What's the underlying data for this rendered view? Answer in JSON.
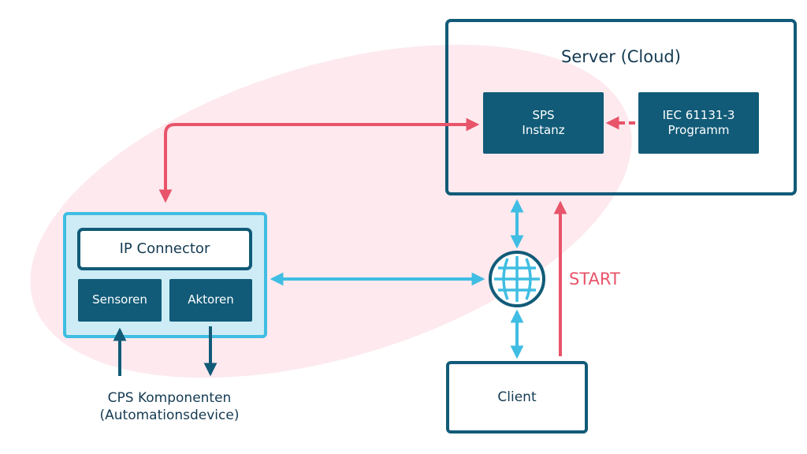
{
  "colors": {
    "dark_blue": "#115b78",
    "navy_text": "#143a52",
    "light_blue": "#3fbde3",
    "light_blue_fill": "#cdecf6",
    "red": "#e8546a",
    "pink_area": "#fde9ee"
  },
  "server": {
    "title": "Server (Cloud)"
  },
  "sps": {
    "line1": "SPS",
    "line2": "Instanz"
  },
  "iec": {
    "line1": "IEC 61131-3",
    "line2": "Programm"
  },
  "device": {
    "connector": "IP Connector",
    "sensors": "Sensoren",
    "actuators": "Aktoren"
  },
  "cps": {
    "line1": "CPS Komponenten",
    "line2": "(Automationsdevice)"
  },
  "client": {
    "label": "Client"
  },
  "start": {
    "label": "START"
  },
  "network": {
    "icon": "globe-icon"
  }
}
